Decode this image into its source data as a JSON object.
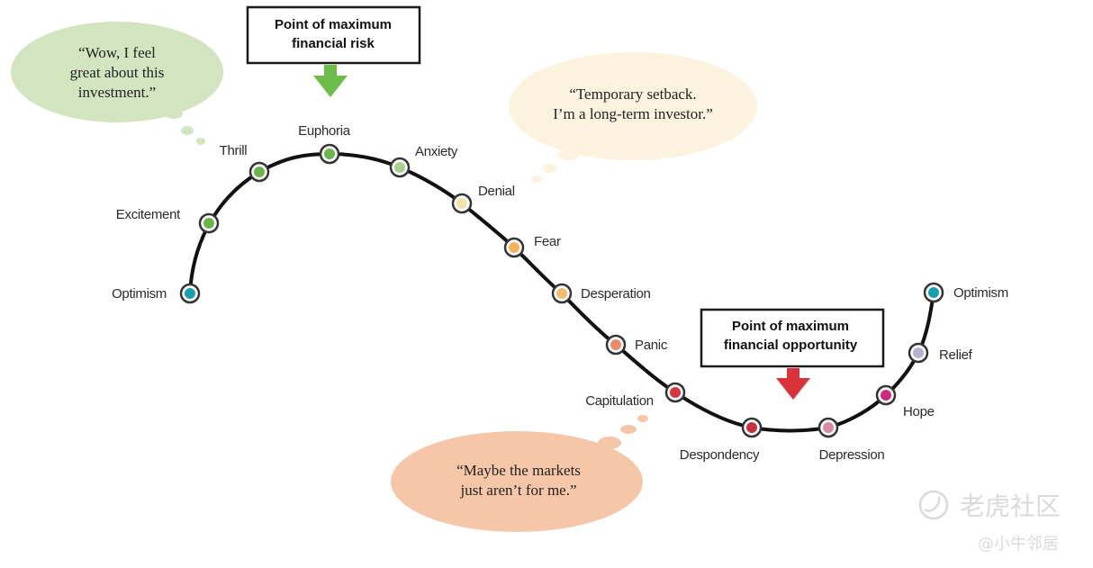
{
  "chart_data": {
    "type": "diagram",
    "title": "Cycle of Investor Emotions",
    "stages": [
      {
        "label": "Optimism",
        "color": "#1a9fae"
      },
      {
        "label": "Excitement",
        "color": "#6ab64a"
      },
      {
        "label": "Thrill",
        "color": "#6ab64a"
      },
      {
        "label": "Euphoria",
        "color": "#6ab64a"
      },
      {
        "label": "Anxiety",
        "color": "#a9cf8f"
      },
      {
        "label": "Denial",
        "color": "#f2e4a8"
      },
      {
        "label": "Fear",
        "color": "#f4b35a"
      },
      {
        "label": "Desperation",
        "color": "#f4bd6e"
      },
      {
        "label": "Panic",
        "color": "#ec8a6a"
      },
      {
        "label": "Capitulation",
        "color": "#d9363e"
      },
      {
        "label": "Despondency",
        "color": "#c8313d"
      },
      {
        "label": "Depression",
        "color": "#d98aa4"
      },
      {
        "label": "Hope",
        "color": "#cc2a80"
      },
      {
        "label": "Relief",
        "color": "#b5b3d3"
      },
      {
        "label": "Optimism",
        "color": "#1a9fae"
      }
    ],
    "callouts": [
      {
        "lines": [
          "Point of maximum",
          "financial risk"
        ],
        "arrow_color": "#6cbd4a",
        "points_to": "Euphoria"
      },
      {
        "lines": [
          "Point of maximum",
          "financial opportunity"
        ],
        "arrow_color": "#d8323a",
        "points_to": "Despondency"
      }
    ],
    "thought_bubbles": [
      {
        "lines": [
          "“Wow, I feel",
          "great about this",
          "investment.”"
        ],
        "color": "#d3e4c0",
        "near": "Thrill"
      },
      {
        "lines": [
          "“Temporary setback.",
          "I’m a long-term investor.”"
        ],
        "color": "#fbf3dd",
        "near": "Denial"
      },
      {
        "lines": [
          "“Maybe the markets",
          "just aren’t for me.”"
        ],
        "color": "#f6c6a8",
        "near": "Capitulation"
      }
    ]
  },
  "watermark": {
    "brand": "老虎社区",
    "handle": "@小牛邻居"
  }
}
